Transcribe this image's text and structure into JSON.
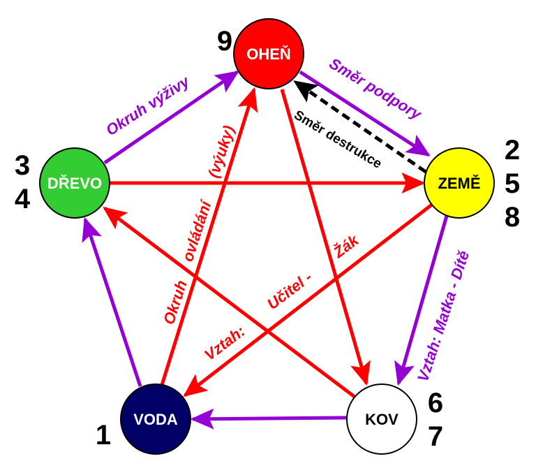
{
  "diagram": {
    "colors": {
      "support": "#9400D3",
      "control": "#FF0000",
      "destruction": "#000000"
    },
    "nodes": [
      {
        "id": "ohen",
        "label": "OHEŇ",
        "fill": "#FF0000",
        "text_color": "#FFFFFF",
        "numbers": [
          "9"
        ]
      },
      {
        "id": "zeme",
        "label": "ZEMĚ",
        "fill": "#FFFF00",
        "text_color": "#000000",
        "numbers": [
          "2",
          "5",
          "8"
        ]
      },
      {
        "id": "kov",
        "label": "KOV",
        "fill": "#FFFFFF",
        "text_color": "#000000",
        "numbers": [
          "6",
          "7"
        ]
      },
      {
        "id": "voda",
        "label": "VODA",
        "fill": "#000066",
        "text_color": "#FFFFFF",
        "numbers": [
          "1"
        ]
      },
      {
        "id": "drevo",
        "label": "DŘEVO",
        "fill": "#33CC33",
        "text_color": "#FFFFFF",
        "numbers": [
          "3",
          "4"
        ]
      }
    ],
    "edges": [
      {
        "from": "drevo",
        "to": "ohen",
        "type": "support"
      },
      {
        "from": "ohen",
        "to": "zeme",
        "type": "support"
      },
      {
        "from": "zeme",
        "to": "kov",
        "type": "support"
      },
      {
        "from": "kov",
        "to": "voda",
        "type": "support"
      },
      {
        "from": "voda",
        "to": "drevo",
        "type": "support"
      },
      {
        "from": "drevo",
        "to": "zeme",
        "type": "control"
      },
      {
        "from": "zeme",
        "to": "voda",
        "type": "control"
      },
      {
        "from": "voda",
        "to": "ohen",
        "type": "control"
      },
      {
        "from": "ohen",
        "to": "kov",
        "type": "control"
      },
      {
        "from": "kov",
        "to": "drevo",
        "type": "control"
      },
      {
        "from": "zeme",
        "to": "ohen",
        "type": "destruction"
      }
    ],
    "labels": {
      "okruh_vyzivy": "Okruh výživy",
      "smer_podpory": "Směr podpory",
      "smer_destrukce": "Směr destrukce",
      "vztah_matka_dite": "Vztah: Matka - Dítě",
      "okruh_ovladani_1": "Okruh",
      "okruh_ovladani_2": "ovládání",
      "okruh_ovladani_3": "(výuky)",
      "vztah_ucitel_1": "Vztah:",
      "vztah_ucitel_2": "Učitel -",
      "vztah_ucitel_3": "Žák"
    }
  }
}
